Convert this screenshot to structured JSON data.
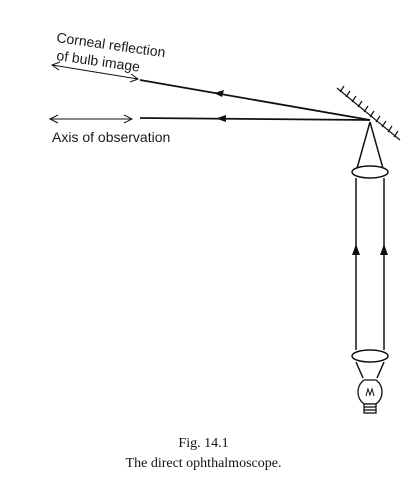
{
  "labels": {
    "corneal_line1": "Corneal reflection",
    "corneal_line2": "of bulb image",
    "axis": "Axis of observation"
  },
  "caption": {
    "fig_number": "Fig. 14.1",
    "title": "The direct ophthalmoscope."
  },
  "colors": {
    "ink": "#111111"
  }
}
